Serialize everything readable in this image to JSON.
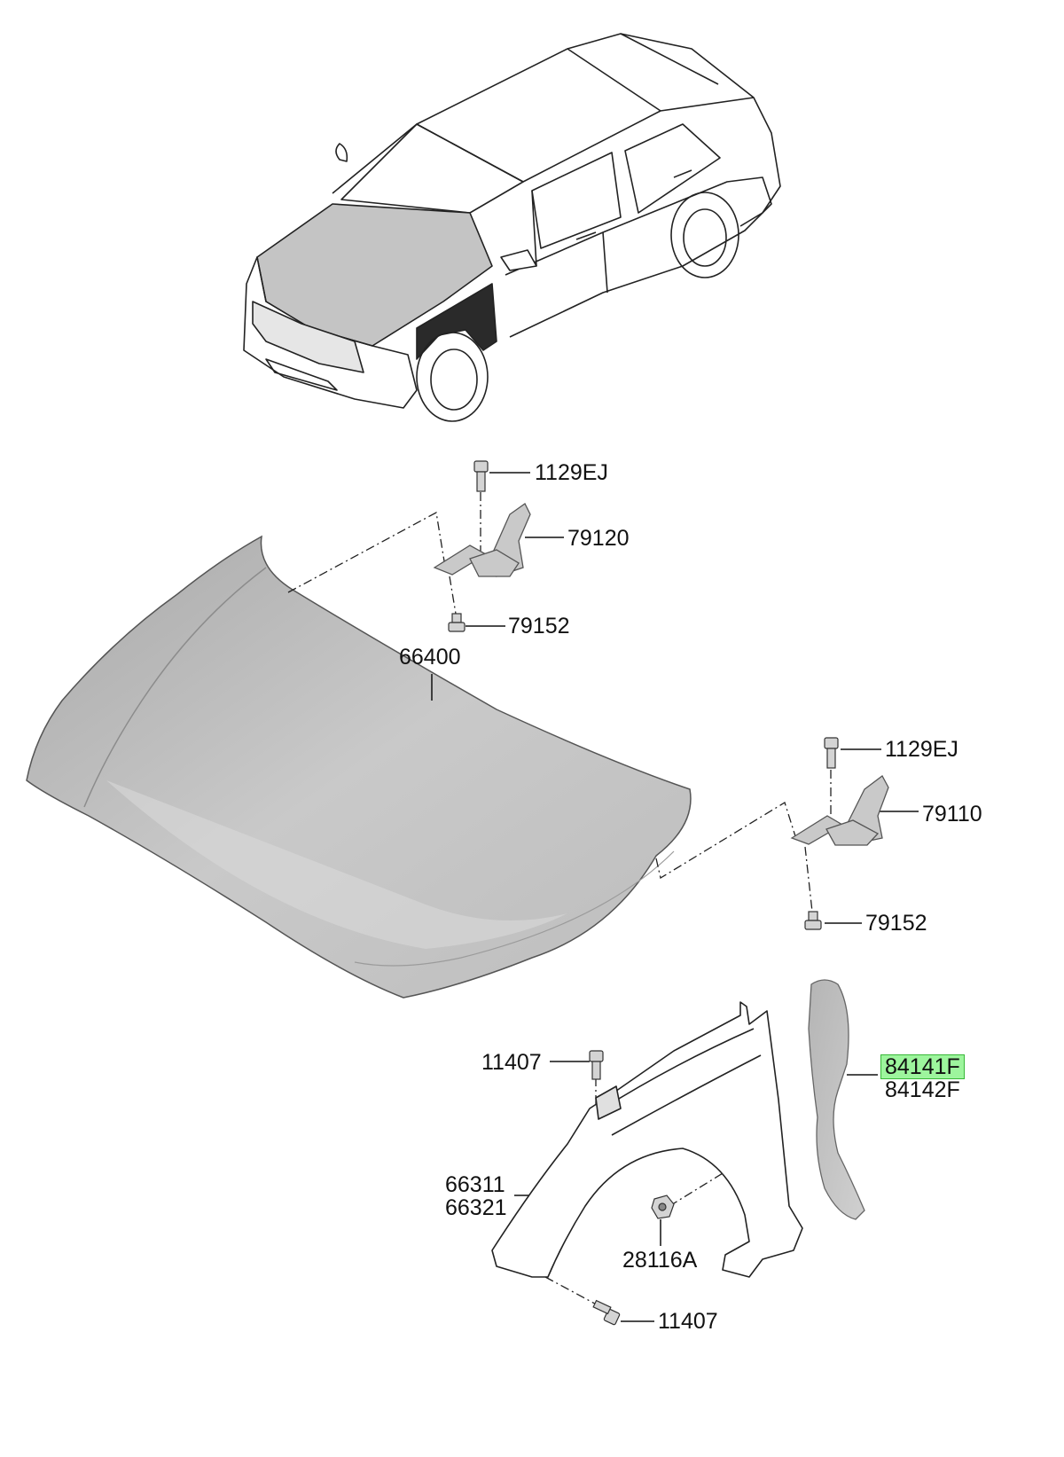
{
  "diagram": {
    "accent_highlight": "#9df59d",
    "part_fill": "#c8c8c8",
    "labels": {
      "bolt_hinge_left": "1129EJ",
      "hinge_left": "79120",
      "nut_hinge_left": "79152",
      "hood": "66400",
      "bolt_hinge_right": "1129EJ",
      "hinge_right": "79110",
      "nut_hinge_right": "79152",
      "fender_liner_a": "84141F",
      "fender_liner_b": "84142F",
      "bolt_fender_top": "11407",
      "fender_a": "66311",
      "fender_b": "66321",
      "fender_nut": "28116A",
      "bolt_fender_bottom": "11407"
    },
    "highlighted_part": "84141F"
  }
}
